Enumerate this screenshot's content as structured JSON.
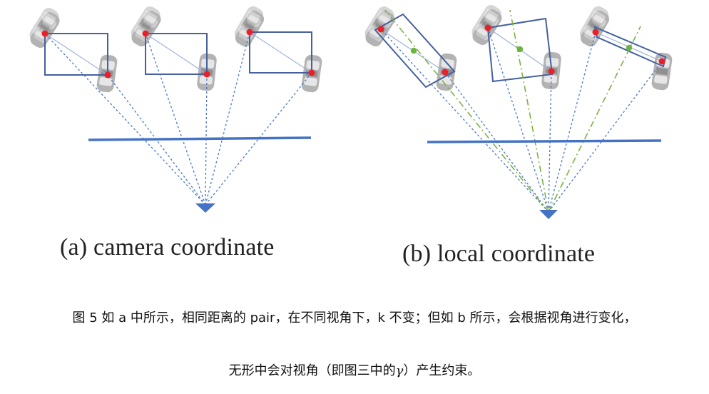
{
  "panels": {
    "a": {
      "label": "(a) camera coordinate"
    },
    "b": {
      "label": "(b) local coordinate"
    }
  },
  "caption": {
    "line1": "图 5 如 a 中所示，相同距离的 pair，在不同视角下，k 不变；但如 b 所示，会根据视角进行变化，",
    "line2_prefix": "无形中会对视角（即图三中的",
    "line2_symbol": "γ",
    "line2_suffix": "）产生约束。"
  },
  "colors": {
    "box_line": "#44609e",
    "ray_line": "#4a78cc",
    "ground_line": "#4472c4",
    "camera_marker": "#4472c4",
    "key_point": "#e8202a",
    "center_point": "#6db33f",
    "green_dash": "#7cb342",
    "car_body": "#b8b8b8"
  }
}
